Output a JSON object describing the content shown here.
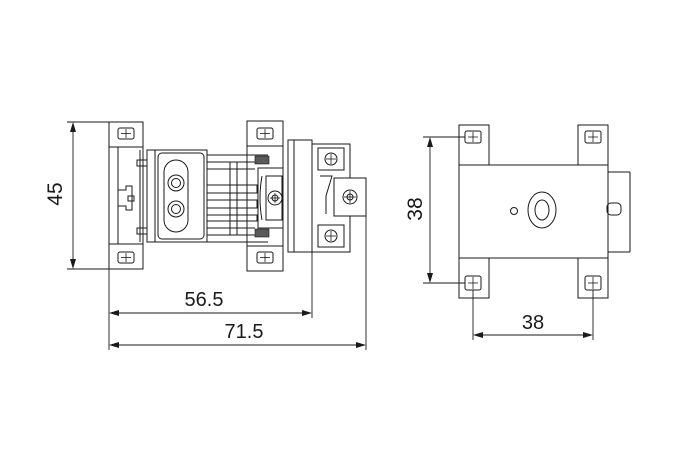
{
  "drawing": {
    "front_view": {
      "dim_height": "45",
      "dim_width_inner": "56.5",
      "dim_width_outer": "71.5"
    },
    "side_view": {
      "dim_height": "38",
      "dim_width": "38"
    }
  },
  "colors": {
    "line": "#1a1a1a",
    "background": "#ffffff",
    "hatch": "#5a5a5a"
  }
}
